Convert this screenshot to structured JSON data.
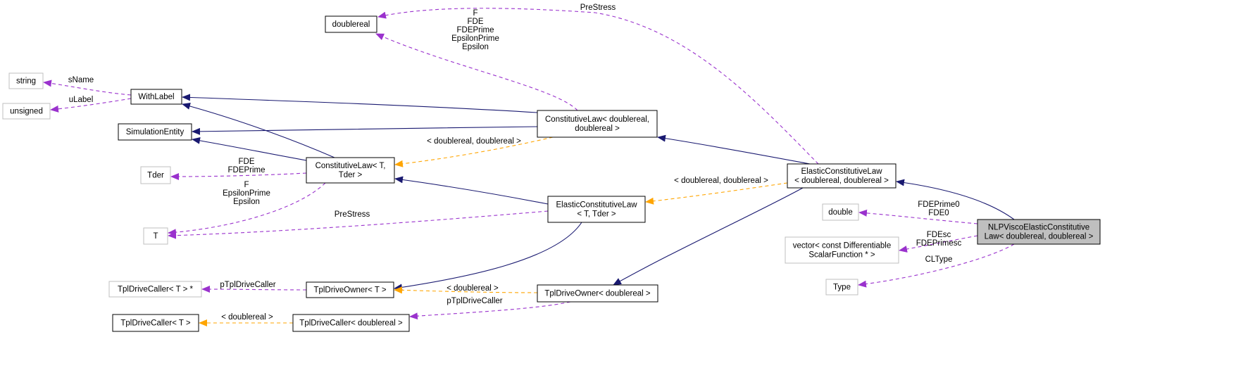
{
  "colors": {
    "inherit": "#191970",
    "usage": "#9a32cd",
    "template": "#ffa500",
    "node_border": "#000000",
    "node_border_light": "#bfbfbf",
    "focus_fill": "#bfbfbf"
  },
  "nodes": {
    "doublereal": [
      "doublereal"
    ],
    "string": [
      "string"
    ],
    "unsigned": [
      "unsigned"
    ],
    "withlabel": [
      "WithLabel"
    ],
    "simentity": [
      "SimulationEntity"
    ],
    "tder": [
      "Tder"
    ],
    "T": [
      "T"
    ],
    "tpldrivecaller_tptr": [
      "TplDriveCaller< T > *"
    ],
    "tpldrivecaller_t": [
      "TplDriveCaller< T >"
    ],
    "cl_dr": [
      "ConstitutiveLaw< doublereal,",
      "doublereal >"
    ],
    "cl_t": [
      "ConstitutiveLaw< T,",
      "Tder >"
    ],
    "ecl_t": [
      "ElasticConstitutiveLaw",
      "< T, Tder >"
    ],
    "tdo_t": [
      "TplDriveOwner< T >"
    ],
    "tdc_dr": [
      "TplDriveCaller< doublereal >"
    ],
    "tdo_dr": [
      "TplDriveOwner< doublereal >"
    ],
    "ecl_dr": [
      "ElasticConstitutiveLaw",
      "< doublereal, doublereal >"
    ],
    "nlp": [
      "NLPViscoElasticConstitutive",
      "Law< doublereal, doublereal >"
    ],
    "double": [
      "double"
    ],
    "vector": [
      "vector< const Differentiable",
      "ScalarFunction * >"
    ],
    "type": [
      "Type"
    ]
  },
  "edge_labels": {
    "prestress_top": [
      "PreStress"
    ],
    "cl_dr_doublereal": [
      "F",
      "FDE",
      "FDEPrime",
      "EpsilonPrime",
      "Epsilon"
    ],
    "sname": [
      "sName"
    ],
    "ulabel": [
      "uLabel"
    ],
    "cl_t_tder": [
      "FDE",
      "FDEPrime"
    ],
    "cl_t_T": [
      "F",
      "EpsilonPrime",
      "Epsilon"
    ],
    "prestress_mid": [
      "PreStress"
    ],
    "cl_dr_templ": [
      "< doublereal, doublereal >"
    ],
    "ecl_dr_templ": [
      "< doublereal, doublereal >"
    ],
    "ptpl": [
      "pTplDriveCaller"
    ],
    "tdo_dr_templ": [
      "< doublereal >"
    ],
    "ptpl2": [
      "pTplDriveCaller"
    ],
    "tdc_dr_templ": [
      "< doublereal >"
    ],
    "nlp_double": [
      "FDEPrime0",
      "FDE0"
    ],
    "nlp_vector": [
      "FDEsc",
      "FDEPrimesc"
    ],
    "nlp_type": [
      "CLType"
    ]
  }
}
